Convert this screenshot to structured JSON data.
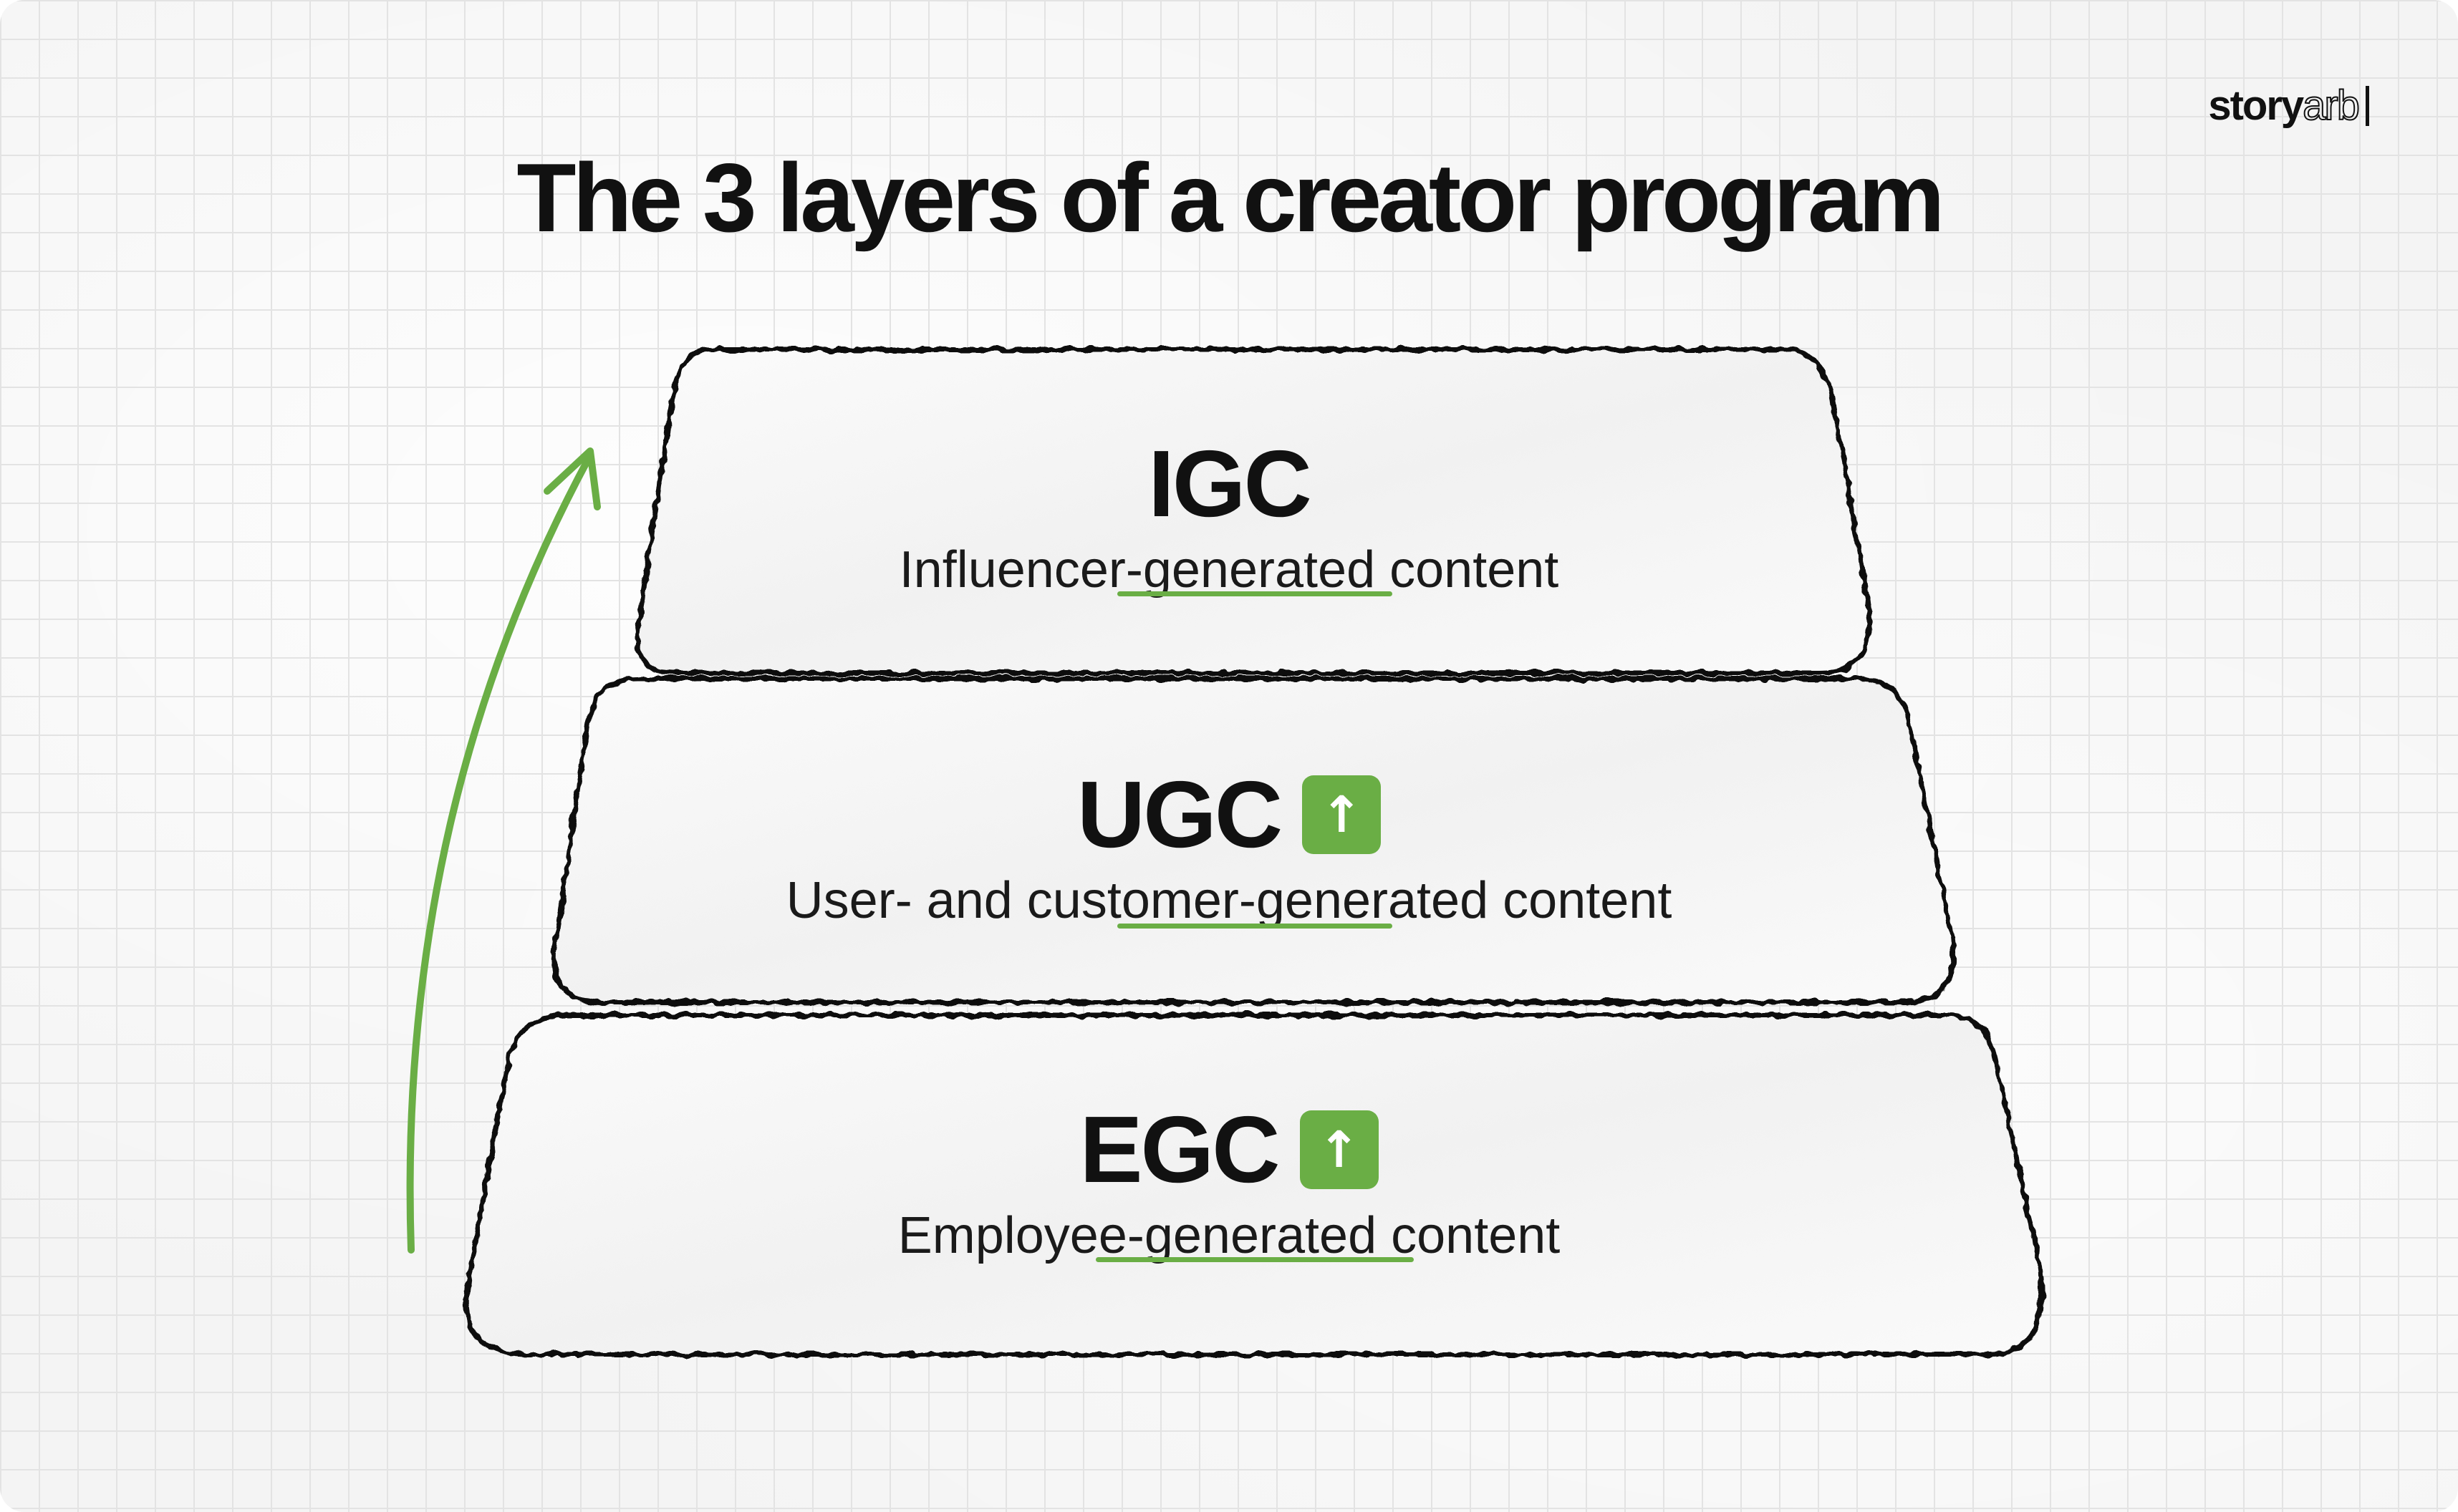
{
  "title": "The 3 layers of a creator program",
  "logo": {
    "solid_part": "story",
    "outline_part": "arb"
  },
  "colors": {
    "accent": "#6aae45",
    "ink": "#111111",
    "layer_fill": "#f7f7f7"
  },
  "layers": [
    {
      "acronym": "IGC",
      "description": "Influencer-generated content",
      "underlined": "generated",
      "badge": null
    },
    {
      "acronym": "UGC",
      "description": "User- and customer-generated content",
      "underlined": "generated",
      "badge": "arrow-up-icon"
    },
    {
      "acronym": "EGC",
      "description": "Employee-generated content",
      "underlined": "generated",
      "badge": "arrow-up-icon"
    }
  ],
  "badge_glyph": "↑",
  "growth_arrow": "arrow-up-icon"
}
